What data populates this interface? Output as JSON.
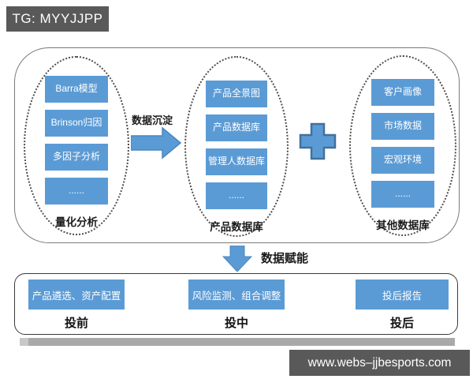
{
  "watermarks": {
    "top": "TG: MYYJJPP",
    "bottom": "www.webs–jjbesports.com"
  },
  "colors": {
    "node_blue": "#5B9BD5",
    "node_blue_edge": "#4a86c0",
    "plus_edge": "#41719C",
    "banner_gray": "#595959",
    "shadow_gray": "#a9a9a9"
  },
  "diagram": {
    "groups": [
      {
        "label": "量化分析",
        "items": [
          "Barra模型",
          "Brinson归因",
          "多因子分析",
          "......"
        ]
      },
      {
        "label": "产品数据库",
        "items": [
          "产品全景图",
          "产品数据库",
          "管理人数据库",
          "......"
        ]
      },
      {
        "label": "其他数据库",
        "items": [
          "客户画像",
          "市场数据",
          "宏观环境",
          "......"
        ]
      }
    ],
    "arrow_right_label": "数据沉淀",
    "arrow_down_label": "数据赋能"
  },
  "bottom": {
    "stages": [
      {
        "box": "产品遴选、资产配置",
        "label": "投前"
      },
      {
        "box": "风险监测、组合调整",
        "label": "投中"
      },
      {
        "box": "投后报告",
        "label": "投后"
      }
    ]
  }
}
